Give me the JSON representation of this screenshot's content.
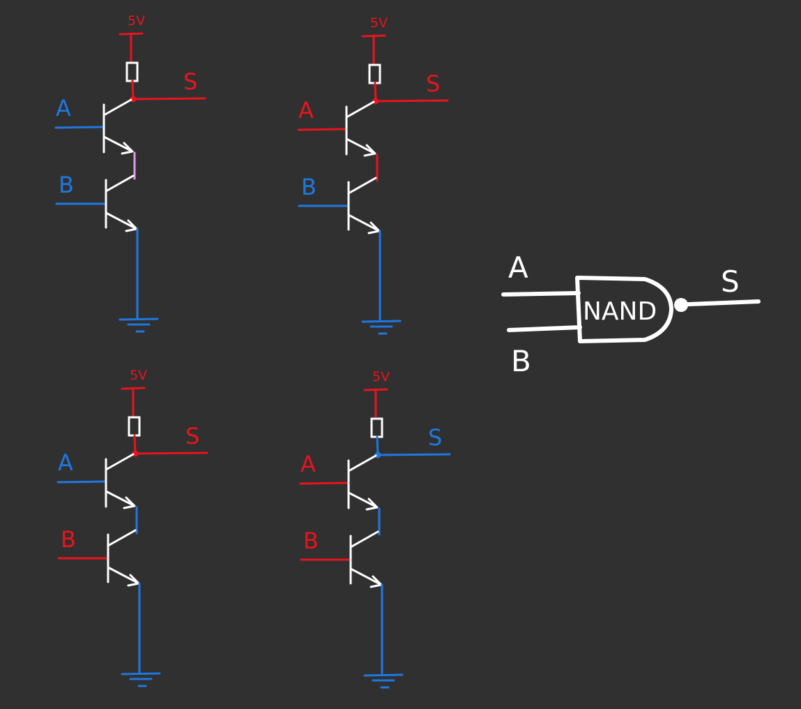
{
  "colors": {
    "background": "#303030",
    "high": "#e8141f",
    "low": "#1f78e0",
    "wire": "#ffffff",
    "pink": "#e09ae8"
  },
  "labels": {
    "vcc": "5V",
    "input_a": "A",
    "input_b": "B",
    "output": "S",
    "gate": "NAND"
  },
  "circuits": [
    {
      "id": "c1",
      "a": "low",
      "b": "low",
      "s": "high",
      "mid": "pink"
    },
    {
      "id": "c2",
      "a": "high",
      "b": "low",
      "s": "high",
      "mid": "high"
    },
    {
      "id": "c3",
      "a": "low",
      "b": "high",
      "s": "high",
      "mid": "low"
    },
    {
      "id": "c4",
      "a": "high",
      "b": "high",
      "s": "low",
      "mid": "low"
    }
  ]
}
